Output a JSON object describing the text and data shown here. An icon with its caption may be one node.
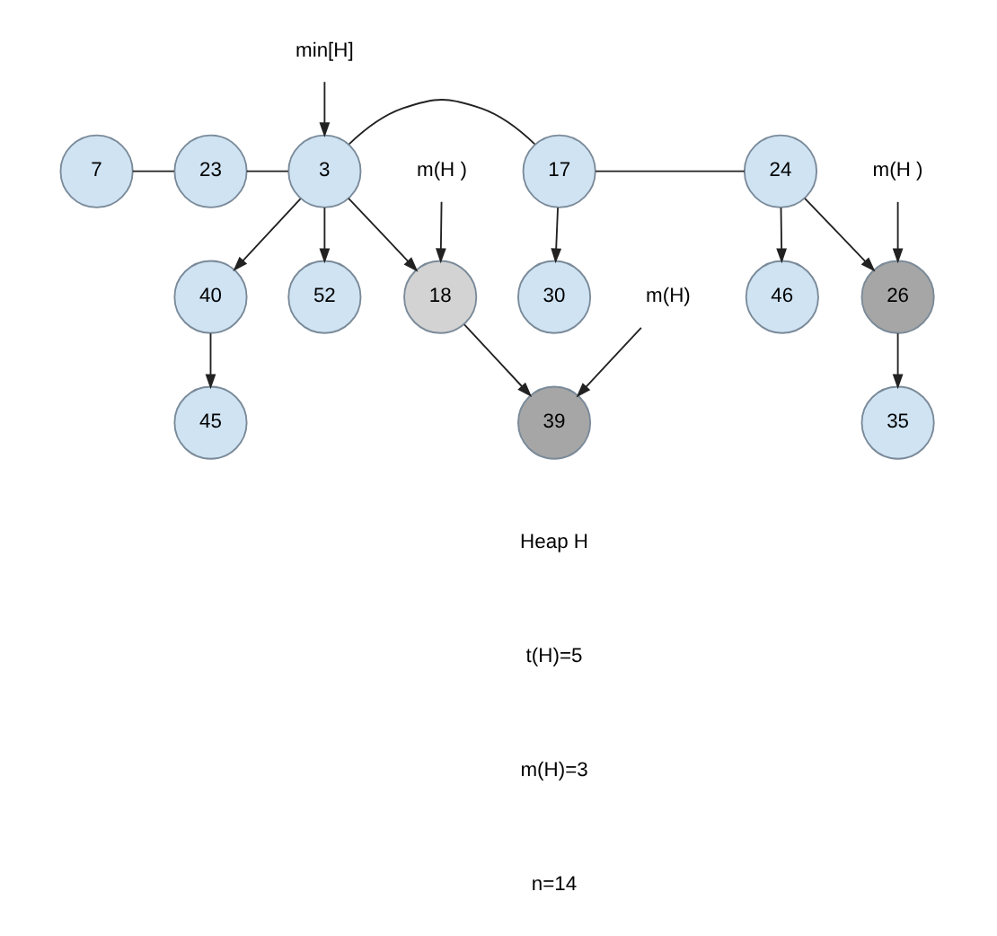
{
  "diagram": {
    "nodes": [
      {
        "text": [
          "7"
        ]
      },
      {
        "text": [
          "23"
        ]
      },
      {
        "text": [
          "3"
        ]
      },
      {
        "text": [
          "17"
        ]
      },
      {
        "text": [
          "24"
        ]
      },
      {
        "text": [
          "18"
        ]
      },
      {
        "text": [
          "52"
        ]
      },
      {
        "text": [
          "40"
        ]
      },
      {
        "text": [
          "30"
        ]
      },
      {
        "text": [
          "26"
        ]
      },
      {
        "text": [
          "46"
        ]
      },
      {
        "text": [
          "39"
        ]
      },
      {
        "text": [
          "45"
        ]
      },
      {
        "text": [
          "35"
        ]
      },
      {
        "text": [
          "min[H]"
        ]
      },
      {
        "text": [
          "m(H )"
        ]
      },
      {
        "text": [
          "m(H)"
        ]
      },
      {
        "text": [
          "m(H )"
        ]
      }
    ],
    "edges": [
      {
        "from": 0,
        "to": 1,
        "arrow": "none"
      },
      {
        "from": 1,
        "to": 2,
        "arrow": "none"
      },
      {
        "from": 2,
        "to": 3,
        "arrow": "none"
      },
      {
        "from": 3,
        "to": 4,
        "arrow": "none"
      },
      {
        "from": 2,
        "to": 5,
        "arrow": "to"
      },
      {
        "from": 2,
        "to": 6,
        "arrow": "to"
      },
      {
        "from": 2,
        "to": 7,
        "arrow": "to"
      },
      {
        "from": 3,
        "to": 8,
        "arrow": "to"
      },
      {
        "from": 4,
        "to": 9,
        "arrow": "to"
      },
      {
        "from": 4,
        "to": 10,
        "arrow": "to"
      },
      {
        "from": 5,
        "to": 11,
        "arrow": "to"
      },
      {
        "from": 7,
        "to": 12,
        "arrow": "to"
      },
      {
        "from": 9,
        "to": 13,
        "arrow": "to"
      },
      {
        "from": 14,
        "to": 2,
        "arrow": "to"
      },
      {
        "from": 15,
        "to": 5,
        "arrow": "to"
      },
      {
        "from": 16,
        "to": 11,
        "arrow": "to"
      },
      {
        "from": 17,
        "to": 9,
        "arrow": "to"
      }
    ],
    "labels": [
      "Heap H",
      "t(H)=5",
      "m(H)=3",
      "n=14"
    ]
  }
}
